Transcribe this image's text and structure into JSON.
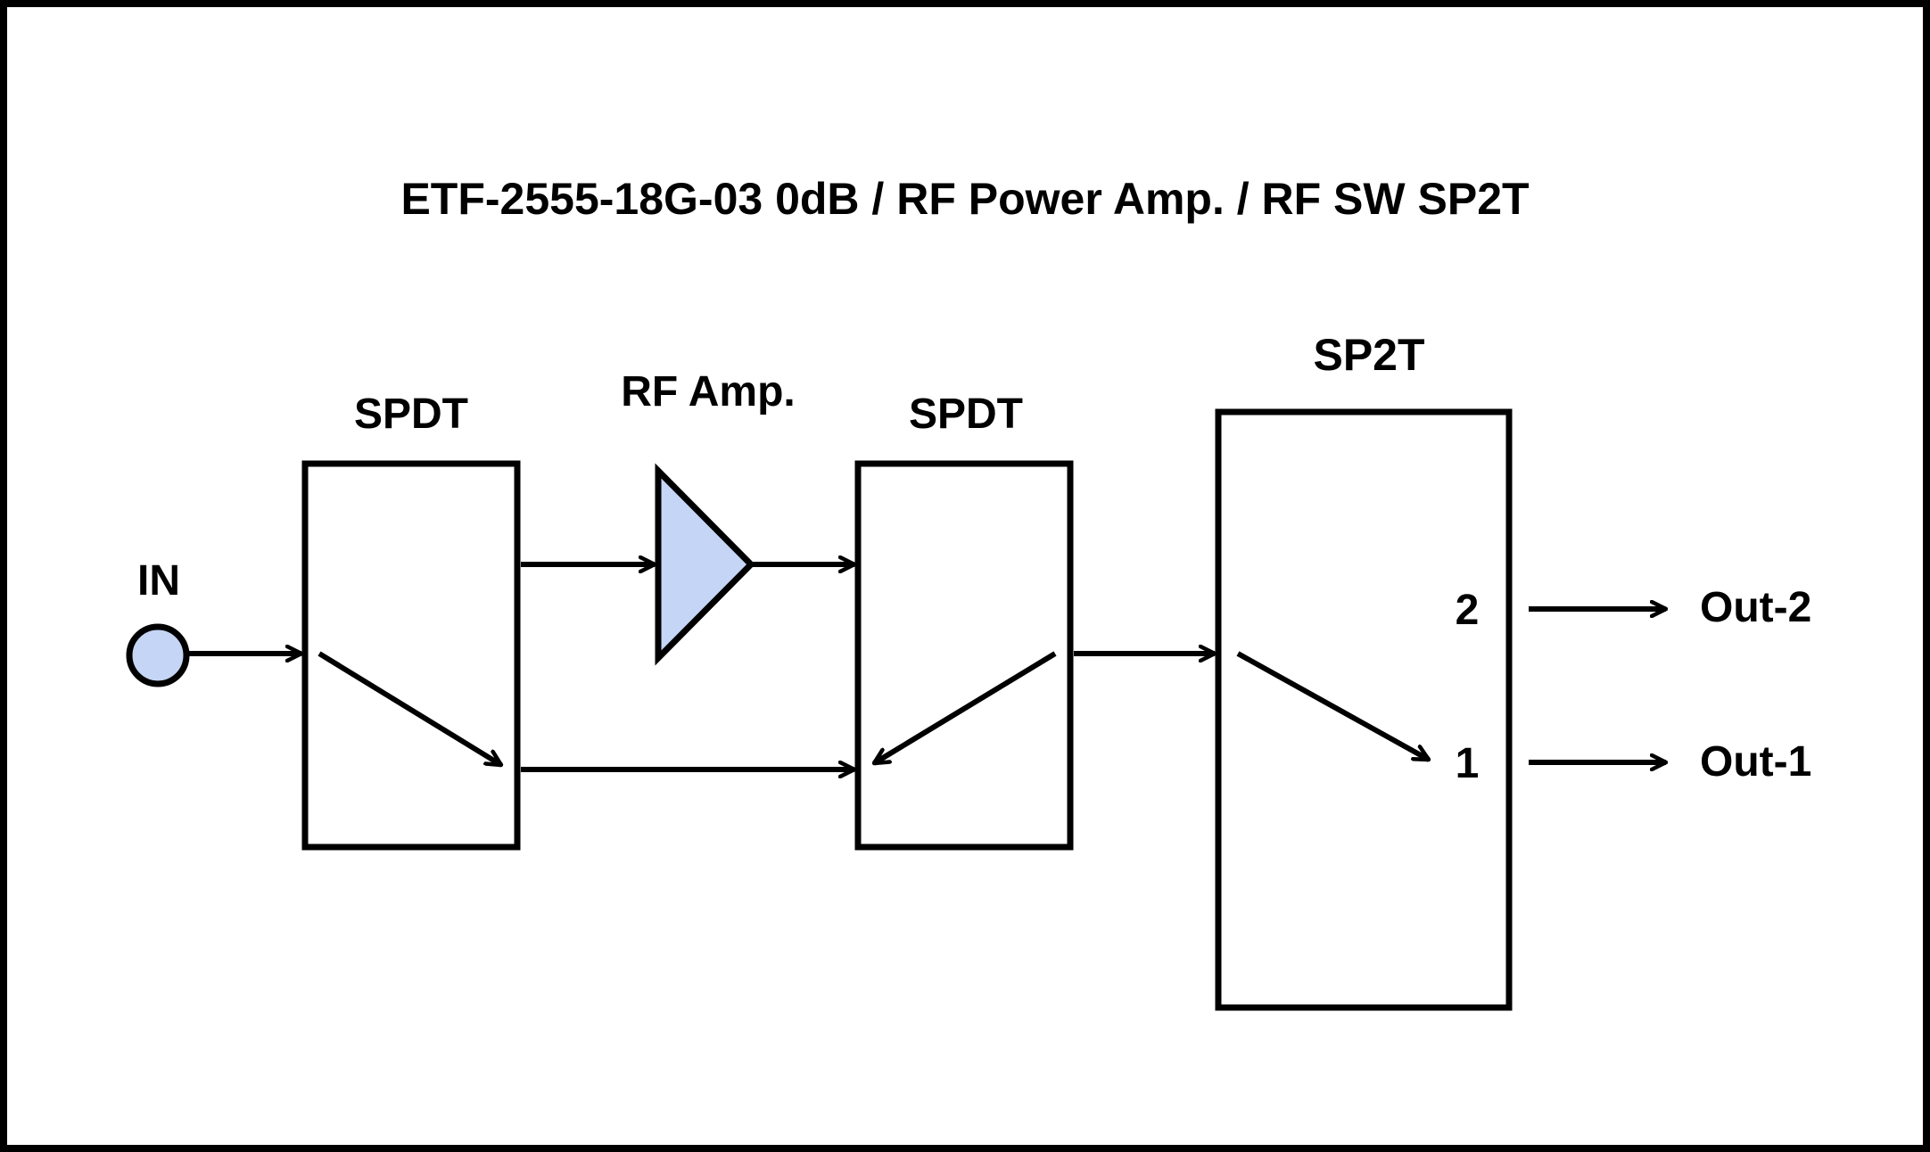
{
  "title": "ETF-2555-18G-03  0dB / RF Power Amp. / RF SW SP2T",
  "colors": {
    "stroke": "#000000",
    "fill_accent": "#c5d5f5",
    "background": "#ffffff"
  },
  "input": {
    "label": "IN"
  },
  "switch_1": {
    "label": "SPDT"
  },
  "amplifier": {
    "label": "RF Amp."
  },
  "switch_2": {
    "label": "SPDT"
  },
  "sp2t": {
    "label": "SP2T",
    "port_2_label": "2",
    "port_1_label": "1"
  },
  "outputs": {
    "out_2_label": "Out-2",
    "out_1_label": "Out-1"
  }
}
